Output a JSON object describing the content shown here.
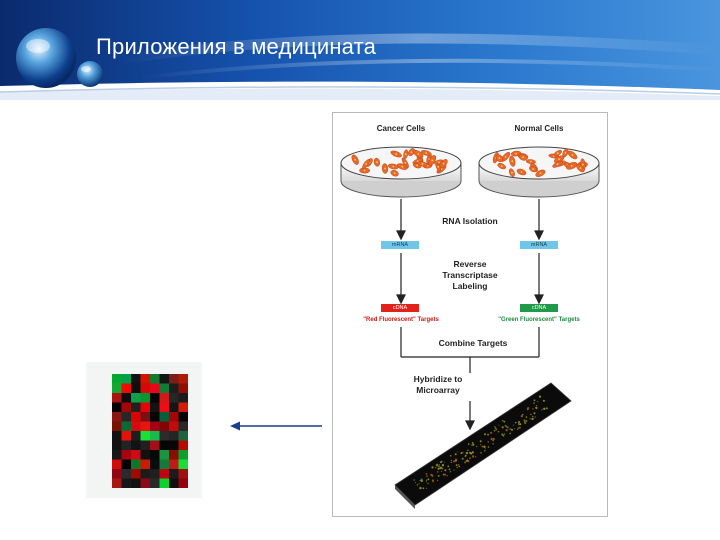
{
  "slide": {
    "title": "Приложения в медицината"
  },
  "figure": {
    "cancer_cells_label": "Cancer Cells",
    "normal_cells_label": "Normal Cells",
    "rna_isolation_label": "RNA Isolation",
    "mrna_tag": "mRNA",
    "reverse_transcriptase_lines": [
      "Reverse",
      "Transcriptase",
      "Labeling"
    ],
    "cdna_tag": "cDNA",
    "red_targets_label": "\"Red Fluorescent\" Targets",
    "green_targets_label": "\"Green Fluorescent\" Targets",
    "combine_targets_label": "Combine Targets",
    "hybridize_lines": [
      "Hybridize to",
      "Microarray"
    ]
  },
  "colors": {
    "banner_dark": "#0a2f7a",
    "banner_light": "#2a7fd4",
    "red_label": "#e2231a",
    "green_label": "#1f9a48",
    "mrna_label": "#6fc6e8",
    "arrow": "#1a3f8a"
  }
}
